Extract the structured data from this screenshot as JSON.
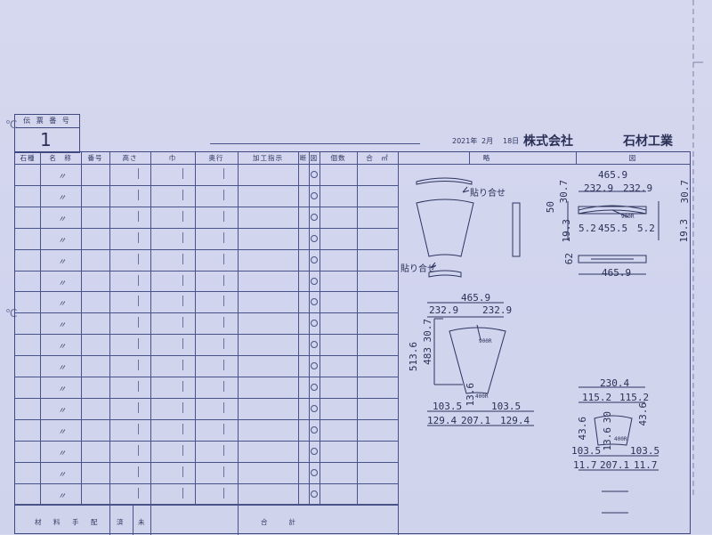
{
  "slip": {
    "label": "伝 票 番 号",
    "number": "1"
  },
  "header": {
    "year": "2021年",
    "month": "2月",
    "day": "18日",
    "company_suffix": "株式会社",
    "company_name": "石材工業"
  },
  "columns": {
    "stone_type": "石種",
    "name": "名　称",
    "number": "番号",
    "height": "高さ",
    "width": "巾",
    "depth": "奥行",
    "processing": "加工指示",
    "cross_section": "断 図",
    "count": "個数",
    "total": "合　㎡",
    "sketch": "略",
    "drawing": "図"
  },
  "rows": [
    "〃",
    "〃",
    "〃",
    "〃",
    "〃",
    "〃",
    "〃",
    "〃",
    "〃",
    "〃",
    "〃",
    "〃",
    "〃",
    "〃",
    "〃",
    "〃"
  ],
  "footer": {
    "materials": "材　料　手　配",
    "done": "済",
    "not_done": "未",
    "sum": "合　　計"
  },
  "sketch": {
    "paste_top": "貼り合せ",
    "paste_bottom": "貼り合せ",
    "fig1": {
      "top_total": "465.9",
      "top_left": "232.9",
      "top_right": "232.9",
      "left_v1": "30.7",
      "right_v1": "30.7",
      "height": "50",
      "radius": "900R",
      "left_v2": "19.3",
      "right_v2": "19.3",
      "mid": "5.2",
      "mid_total": "455.5",
      "mid_right": "5.2",
      "bottom_h": "62",
      "bottom_total": "465.9"
    },
    "fig2": {
      "top_total": "465.9",
      "top_left": "232.9",
      "top_right": "232.9",
      "v_total": "513.6",
      "v_main": "483",
      "v_top": "30.7",
      "radius_top": "900R",
      "v_small": "13.6",
      "radius_bottom": "400R",
      "left1": "103.5",
      "right1": "103.5",
      "b_left": "129.4",
      "b_mid": "207.1",
      "b_right": "129.4"
    },
    "fig3": {
      "top_total": "230.4",
      "top_left": "115.2",
      "top_right": "115.2",
      "v_left": "43.6",
      "v_right": "43.6",
      "v_mid": "30",
      "v_small": "13.6",
      "radius": "400R",
      "left1": "103.5",
      "right1": "103.5",
      "b_left": "11.7",
      "b_mid": "207.1",
      "b_right": "11.7"
    }
  }
}
